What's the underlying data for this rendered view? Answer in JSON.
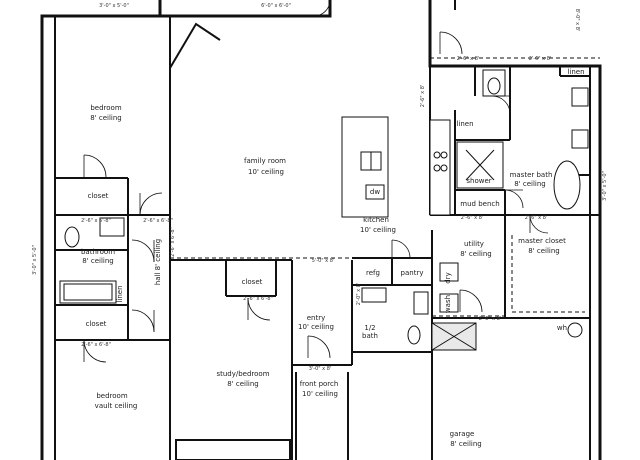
{
  "labels": {
    "bedroom1_name": "bedroom",
    "bedroom1_ceiling": "8' ceiling",
    "closet": "closet",
    "bathroom_name": "bathroom",
    "bathroom_ceiling": "8' ceiling",
    "linen": "linen",
    "hall": "hall 8' ceiling",
    "bedroom2_name": "bedroom",
    "bedroom2_ceiling": "vault ceiling",
    "family_room_name": "family room",
    "family_room_ceiling": "10' ceiling",
    "kitchen_name": "kitchen",
    "kitchen_ceiling": "10' ceiling",
    "dw": "dw",
    "study_name": "study/bedroom",
    "study_ceiling": "8' ceiling",
    "entry_name": "entry",
    "entry_ceiling": "10' ceiling",
    "half_bath_top": "1/2",
    "half_bath_bottom": "bath",
    "front_porch_name": "front porch",
    "front_porch_ceiling": "10' ceiling",
    "refrig": "refg",
    "pantry": "pantry",
    "utility_name": "utility",
    "utility_ceiling": "8' ceiling",
    "dry": "dry",
    "wash": "wash",
    "master_closet_name": "master closet",
    "master_closet_ceiling": "8' ceiling",
    "master_bath_name": "master bath",
    "master_bath_ceiling": "8' ceiling",
    "shower": "shower",
    "mud_bench": "mud bench",
    "garage_name": "garage",
    "garage_ceiling": "8' ceiling",
    "wh": "wh"
  },
  "dims": {
    "d0": "3'-0\" x 5'-0\"",
    "d1": "6'-0\" x 6'-0\"",
    "d2": "2'-6\" x 6'-8\"",
    "d3": "2'-6\" x 6'-8\"",
    "d4": "2'-6\" x 6'-8\"",
    "d5": "2'-6\" x 6'-8\"",
    "d6": "5'-0\" x 8'",
    "d7": "3'-0\" x 8'",
    "d8": "2'-6\" x 8'",
    "d9": "2'-6\" x 8'",
    "d10": "2'-6\" x 8'",
    "d11": "2'-6\" x 8'",
    "d12": "2'-6\" x 8'",
    "d13": "3'-0\" x 5'-0\"",
    "d14": "3'-0\" x 5'-0\"",
    "d15": "8'-0\" x 8'",
    "d16": "2'-6\" x 8'",
    "d17": "2'-0\" x 8'",
    "d18": "2'-6\" x 6'-8\""
  }
}
